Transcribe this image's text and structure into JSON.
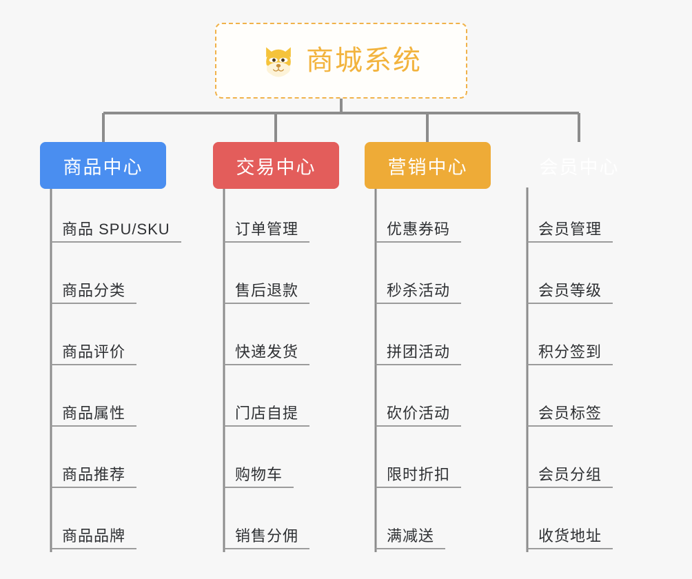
{
  "root": {
    "title": "商城系统",
    "icon": "shiba-dog-emoji",
    "border_color": "#f0b24a",
    "text_color": "#f2b33d"
  },
  "columns": [
    {
      "label": "商品中心",
      "color": "#4a8ef0",
      "items": [
        "商品 SPU/SKU",
        "商品分类",
        "商品评价",
        "商品属性",
        "商品推荐",
        "商品品牌"
      ]
    },
    {
      "label": "交易中心",
      "color": "#e35d5b",
      "items": [
        "订单管理",
        "售后退款",
        "快递发货",
        "门店自提",
        "购物车",
        "销售分佣"
      ]
    },
    {
      "label": "营销中心",
      "color": "#eeab37",
      "items": [
        "优惠券码",
        "秒杀活动",
        "拼团活动",
        "砍价活动",
        "限时折扣",
        "满减送"
      ]
    },
    {
      "label": "会员中心",
      "color": "#78c council",
      "items": [
        "会员管理",
        "会员等级",
        "积分签到",
        "会员标签",
        "会员分组",
        "收货地址"
      ]
    }
  ],
  "line_color": "#8c8c8c",
  "leaf_line_color": "#9b9b9b",
  "background": "#f7f7f7"
}
